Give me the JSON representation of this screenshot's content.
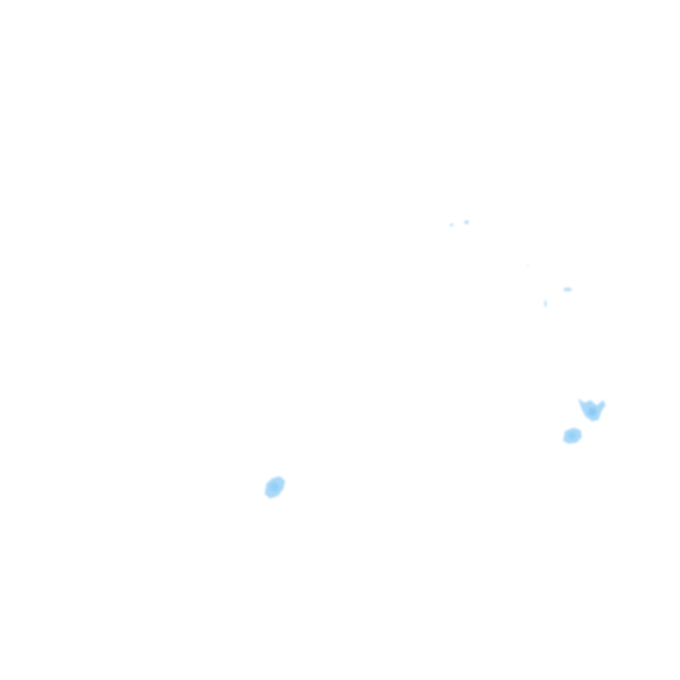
{
  "layer": {
    "type": "precipitation-radar-overlay",
    "background_color": "#ffffff",
    "echo_color_light": "#cfe9fb",
    "echo_color_mid": "#a9d8f8",
    "echo_color_strong": "#8ccbf5"
  },
  "echoes": [
    {
      "id": "echo-1",
      "intensity": "light"
    },
    {
      "id": "echo-2",
      "intensity": "light"
    },
    {
      "id": "echo-3",
      "intensity": "light"
    },
    {
      "id": "echo-4",
      "intensity": "light"
    },
    {
      "id": "echo-5",
      "intensity": "light"
    },
    {
      "id": "echo-6",
      "intensity": "mid"
    },
    {
      "id": "echo-7",
      "intensity": "mid"
    },
    {
      "id": "echo-8",
      "intensity": "mid"
    }
  ]
}
